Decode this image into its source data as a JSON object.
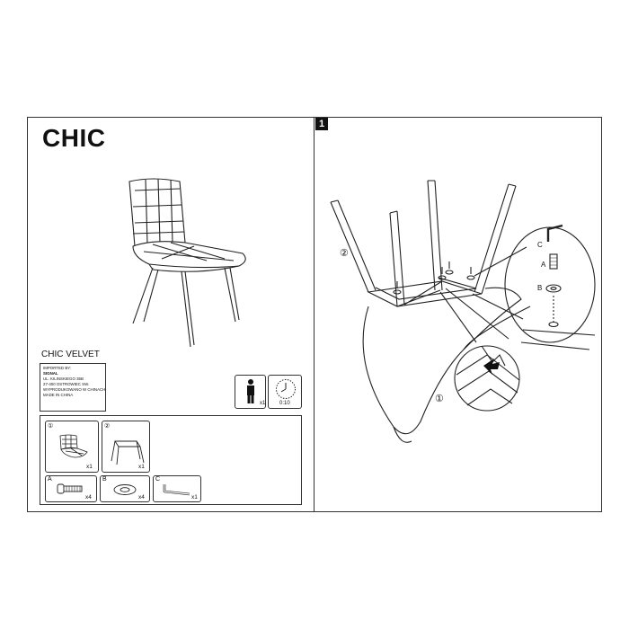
{
  "product": {
    "title": "CHIC",
    "model_name": "CHIC VELVET",
    "importer_lines": [
      "IMPORTED BY:",
      "SIGNAL",
      "UL. KILINSKIEGO 35B",
      "27-400 OSTROWIEC SW.",
      "WYPRODUKOWANO W CHINACH",
      "MADE IN CHINA"
    ]
  },
  "assembly_info": {
    "persons": "x1",
    "time": "0:10"
  },
  "parts": [
    {
      "id": "1",
      "label": "①",
      "name": "chair seat",
      "qty": "x1"
    },
    {
      "id": "2",
      "label": "②",
      "name": "leg frame",
      "qty": "x1"
    }
  ],
  "hardware": [
    {
      "id": "A",
      "name": "bolt",
      "qty": "x4"
    },
    {
      "id": "B",
      "name": "washer",
      "qty": "x4"
    },
    {
      "id": "C",
      "name": "allen key",
      "qty": "x1"
    }
  ],
  "step": {
    "number": "1",
    "part_labels": [
      "②",
      "①"
    ],
    "detail_labels": [
      "C",
      "A",
      "B"
    ]
  },
  "icons": [
    "person-icon",
    "clock-icon",
    "arrow-icon"
  ]
}
